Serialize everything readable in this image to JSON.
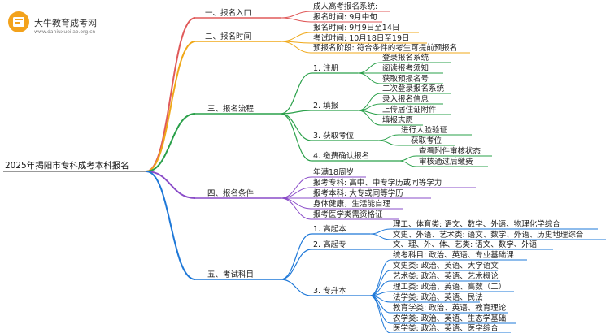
{
  "logo": {
    "name": "大牛教育成考网",
    "url": "www.daniuxueiiao.org.cn"
  },
  "colors": {
    "red": "#e05a5a",
    "orange": "#f0a818",
    "green": "#2aa04a",
    "purple": "#8a4cc8",
    "blue": "#1e78d8"
  },
  "root": "2025年揭阳市专科成考本科报名",
  "branches": [
    {
      "label": "一、报名入口",
      "color": "#e05a5a",
      "leaves": [
        "成人高考报名系统:",
        "报名时间: 9月中旬"
      ]
    },
    {
      "label": "二、报名时间",
      "color": "#f0a818",
      "leaves": [
        "报名时间: 9月9日至14日",
        "考试时间: 10月18日至19日",
        "预报名阶段: 符合条件的考生可提前预报名"
      ]
    },
    {
      "label": "三、报名流程",
      "color": "#2aa04a",
      "subs": [
        {
          "label": "1. 注册",
          "leaves": [
            "登录报名系统",
            "阅读报考须知",
            "获取预报名号"
          ]
        },
        {
          "label": "2. 填报",
          "leaves": [
            "二次登录报名系统",
            "录入报名信息",
            "上传居住证附件",
            "填报志愿"
          ]
        },
        {
          "label": "3. 获取考位",
          "leaves": [
            "进行人脸验证",
            "获取考位"
          ]
        },
        {
          "label": "4. 缴费确认报名",
          "leaves": [
            "查看附件审核状态",
            "审核通过后缴费"
          ]
        }
      ]
    },
    {
      "label": "四、报名条件",
      "color": "#8a4cc8",
      "leaves": [
        "年满18周岁",
        "报考专科: 高中、中专学历或同等学力",
        "报考本科: 大专或同等学历",
        "身体健康，生活能自理",
        "报考医学类需资格证"
      ]
    },
    {
      "label": "五、考试科目",
      "color": "#1e78d8",
      "subs": [
        {
          "label": "1. 高起本",
          "leaves": [
            "理工、体育类: 语文、数学、外语、物理化学综合",
            "文史、外语、艺术类: 语文、数学、外语、历史地理综合"
          ]
        },
        {
          "label": "2. 高起专",
          "leaves": [
            "文、理、外、体、艺类: 语文、数学、外语"
          ]
        },
        {
          "label": "3. 专升本",
          "leaves": [
            "统考科目: 政治、英语、专业基础课",
            "文史类: 政治、英语、大学语文",
            "艺术类: 政治、英语、艺术概论",
            "理工类: 政治、英语、高数（二）",
            "法学类: 政治、英语、民法",
            "教育学类: 政治、英语、教育理论",
            "农学类: 政治、英语、生态学基础",
            "医学类: 政治、英语、医学综合"
          ]
        }
      ]
    }
  ]
}
